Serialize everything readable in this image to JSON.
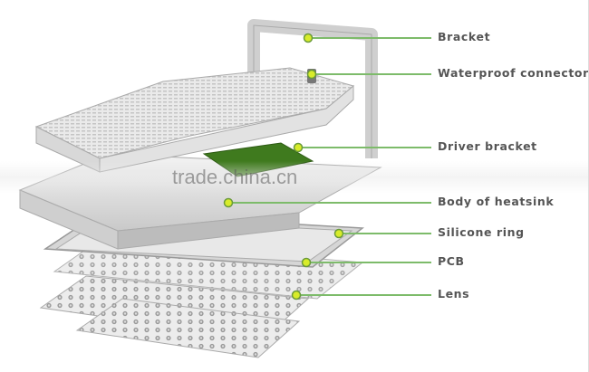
{
  "watermark": "trade.china.cn",
  "colors": {
    "callout_line": "#7dbb6a",
    "callout_dot": "#d8ec2a",
    "label": "#555555",
    "driver_board": "#3f7a1e"
  },
  "callouts": [
    {
      "label": "Bracket"
    },
    {
      "label": "Waterproof connector"
    },
    {
      "label": "Driver bracket"
    },
    {
      "label": "Body of heatsink"
    },
    {
      "label": "Silicone ring"
    },
    {
      "label": "PCB"
    },
    {
      "label": "Lens"
    }
  ]
}
